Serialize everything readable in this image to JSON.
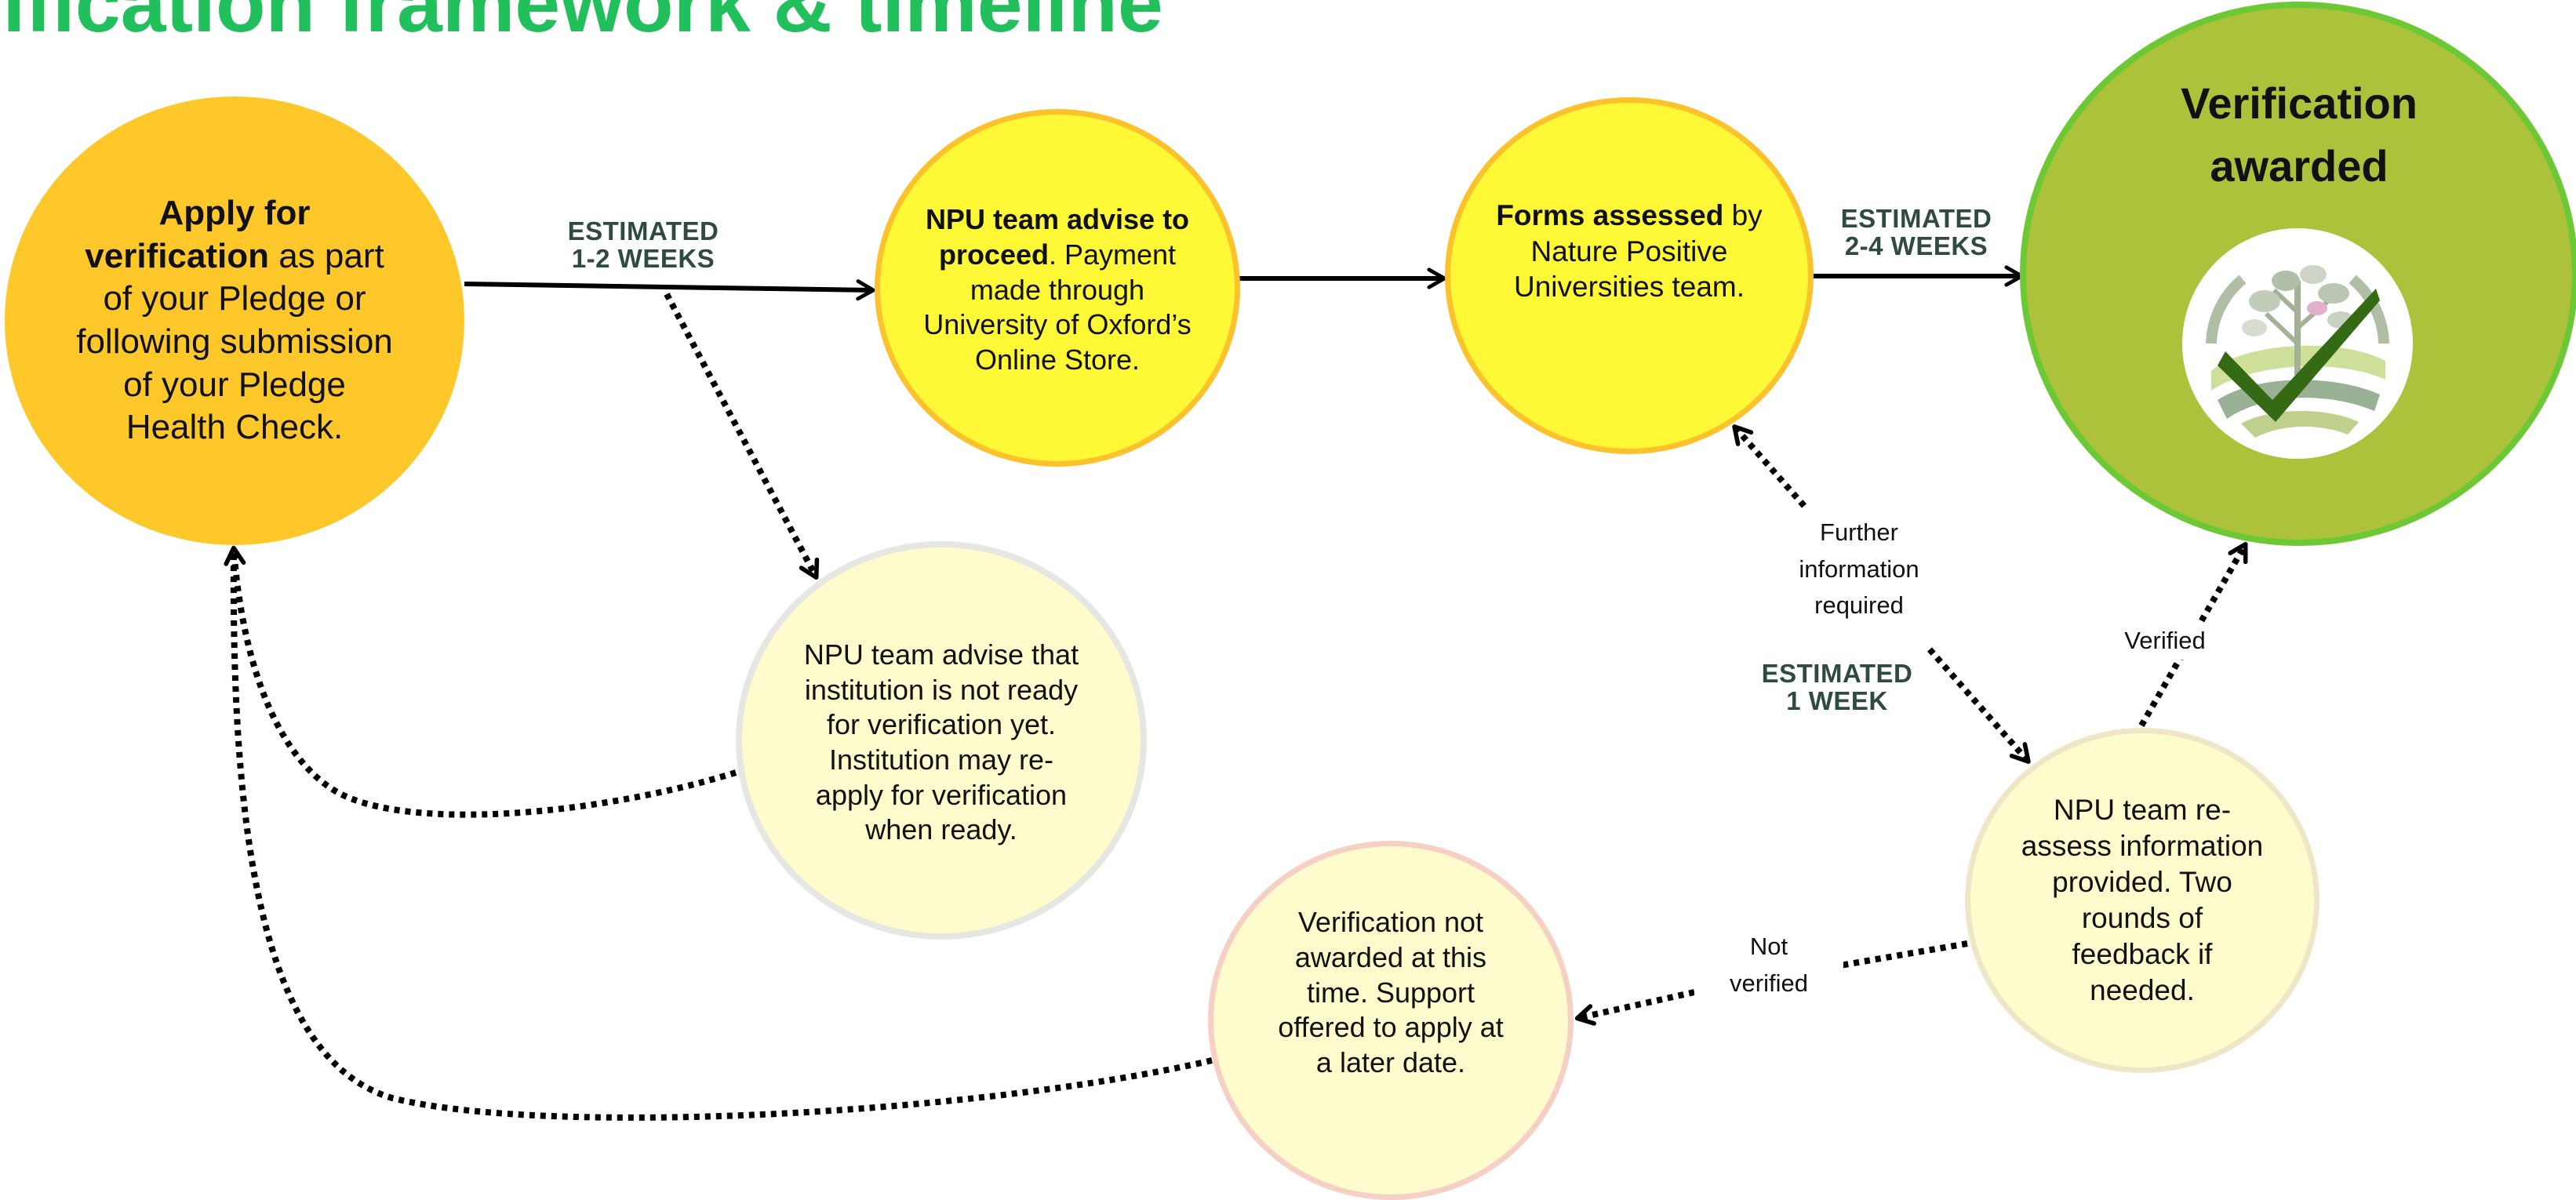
{
  "title": "erification framework & timeline",
  "colors": {
    "title_green": "#22c05c",
    "apply_fill": "#fec72a",
    "step_fill": "#fff836",
    "step_border": "#fcc22c",
    "pale_fill": "#fefccc",
    "awarded_fill": "#abc23a",
    "awarded_border": "#6cc935",
    "estimate_text": "#2f4a40"
  },
  "nodes": {
    "apply": {
      "lines": [
        {
          "bold": "Apply for"
        },
        {
          "bold": "verification",
          "text": " as part"
        },
        {
          "text": "of your Pledge or"
        },
        {
          "text": "following submission"
        },
        {
          "text": "of your Pledge"
        },
        {
          "text": "Health Check."
        }
      ]
    },
    "advise_proceed": {
      "lines": [
        {
          "bold": "NPU team advise to"
        },
        {
          "bold": "proceed",
          "text": ". Payment"
        },
        {
          "text": "made through"
        },
        {
          "text": "University of Oxford’s"
        },
        {
          "text": "Online Store."
        }
      ]
    },
    "forms_assessed": {
      "lines": [
        {
          "bold": "Forms assessed",
          "text": " by"
        },
        {
          "text": "Nature Positive"
        },
        {
          "text": "Universities team."
        }
      ]
    },
    "awarded": {
      "title_lines": [
        "Verification",
        "awarded"
      ],
      "badge_icon": "verified-tree-check-icon"
    },
    "not_ready": {
      "lines": [
        {
          "text": "NPU team advise that"
        },
        {
          "text": "institution is not ready"
        },
        {
          "text": "for verification yet."
        },
        {
          "text": "Institution may re-"
        },
        {
          "text": "apply for verification"
        },
        {
          "text": "when ready."
        }
      ]
    },
    "reassess": {
      "lines": [
        {
          "text": "NPU team re-"
        },
        {
          "text": "assess information"
        },
        {
          "text": "provided. Two"
        },
        {
          "text": "rounds of"
        },
        {
          "text": "feedback if"
        },
        {
          "text": "needed."
        }
      ]
    },
    "not_awarded": {
      "lines": [
        {
          "text": "Verification not"
        },
        {
          "text": "awarded at this"
        },
        {
          "text": "time. Support"
        },
        {
          "text": "offered to apply at"
        },
        {
          "text": "a later date."
        }
      ]
    }
  },
  "estimates": {
    "first": [
      "ESTIMATED",
      "1-2 WEEKS"
    ],
    "second": [
      "ESTIMATED",
      "2-4 WEEKS"
    ],
    "third": [
      "ESTIMATED",
      "1 WEEK"
    ]
  },
  "labels": {
    "further_info": [
      "Further",
      "information",
      "required"
    ],
    "verified": [
      "Verified"
    ],
    "not_verified": [
      "Not",
      "verified"
    ]
  }
}
